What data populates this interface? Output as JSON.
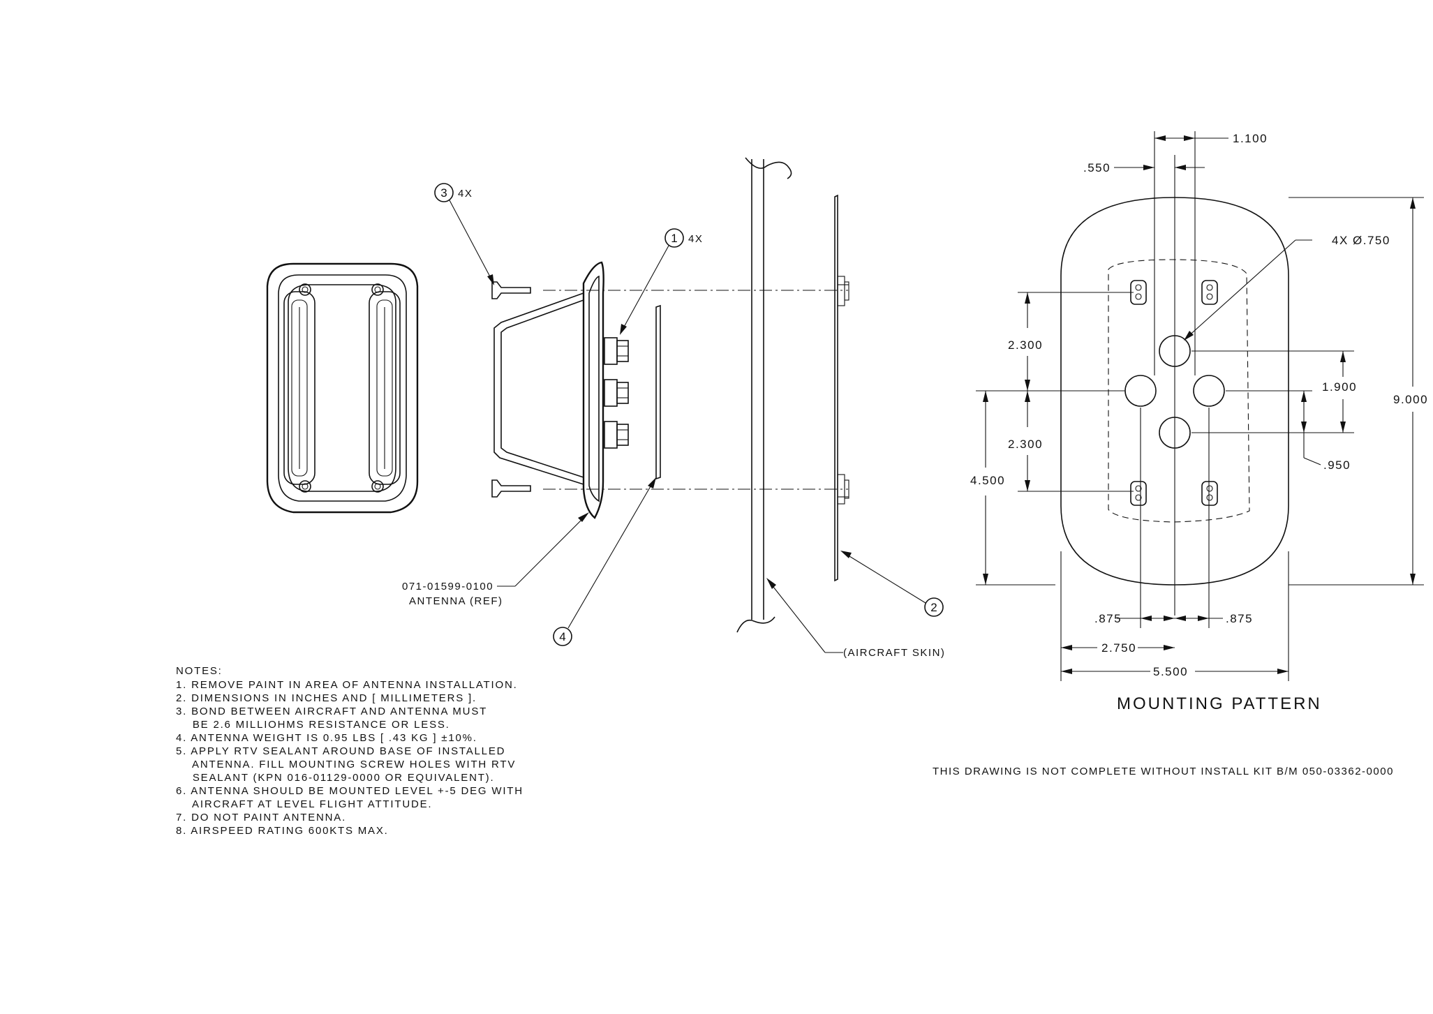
{
  "callouts": {
    "item1_num": "1",
    "item1_qty": "4X",
    "item2_num": "2",
    "item3_num": "3",
    "item3_qty": "4X",
    "item4_num": "4",
    "antenna_pn": "071-01599-0100",
    "antenna_ref": "ANTENNA (REF)",
    "skin": "(AIRCRAFT SKIN)"
  },
  "dimensions": {
    "d_1100": "1.100",
    "d_550": ".550",
    "d_hole": "4X Ø.750",
    "d_2300_top": "2.300",
    "d_1900": "1.900",
    "d_9000": "9.000",
    "d_2300_bot": "2.300",
    "d_4500": "4.500",
    "d_950": ".950",
    "d_875_left": ".875",
    "d_875_right": ".875",
    "d_2750": "2.750",
    "d_5500": "5.500"
  },
  "mounting_title": "MOUNTING PATTERN",
  "drawing_note": "THIS DRAWING IS NOT COMPLETE WITHOUT INSTALL KIT B/M 050-03362-0000",
  "notes": {
    "heading": "NOTES:",
    "lines": [
      "1. REMOVE PAINT IN AREA OF ANTENNA INSTALLATION.",
      "2. DIMENSIONS IN INCHES AND [ MILLIMETERS ].",
      "3. BOND BETWEEN AIRCRAFT AND ANTENNA MUST",
      "    BE 2.6 MILLIOHMS RESISTANCE OR LESS.",
      "4. ANTENNA WEIGHT IS 0.95 LBS [ .43 KG ] ±10%.",
      "5. APPLY RTV SEALANT AROUND BASE OF INSTALLED",
      "    ANTENNA. FILL MOUNTING SCREW HOLES WITH RTV",
      "    SEALANT (KPN 016-01129-0000 OR EQUIVALENT).",
      "6. ANTENNA SHOULD BE MOUNTED LEVEL +-5 DEG WITH",
      "    AIRCRAFT AT LEVEL FLIGHT ATTITUDE.",
      "7. DO NOT PAINT ANTENNA.",
      "8. AIRSPEED RATING 600KTS MAX."
    ]
  }
}
